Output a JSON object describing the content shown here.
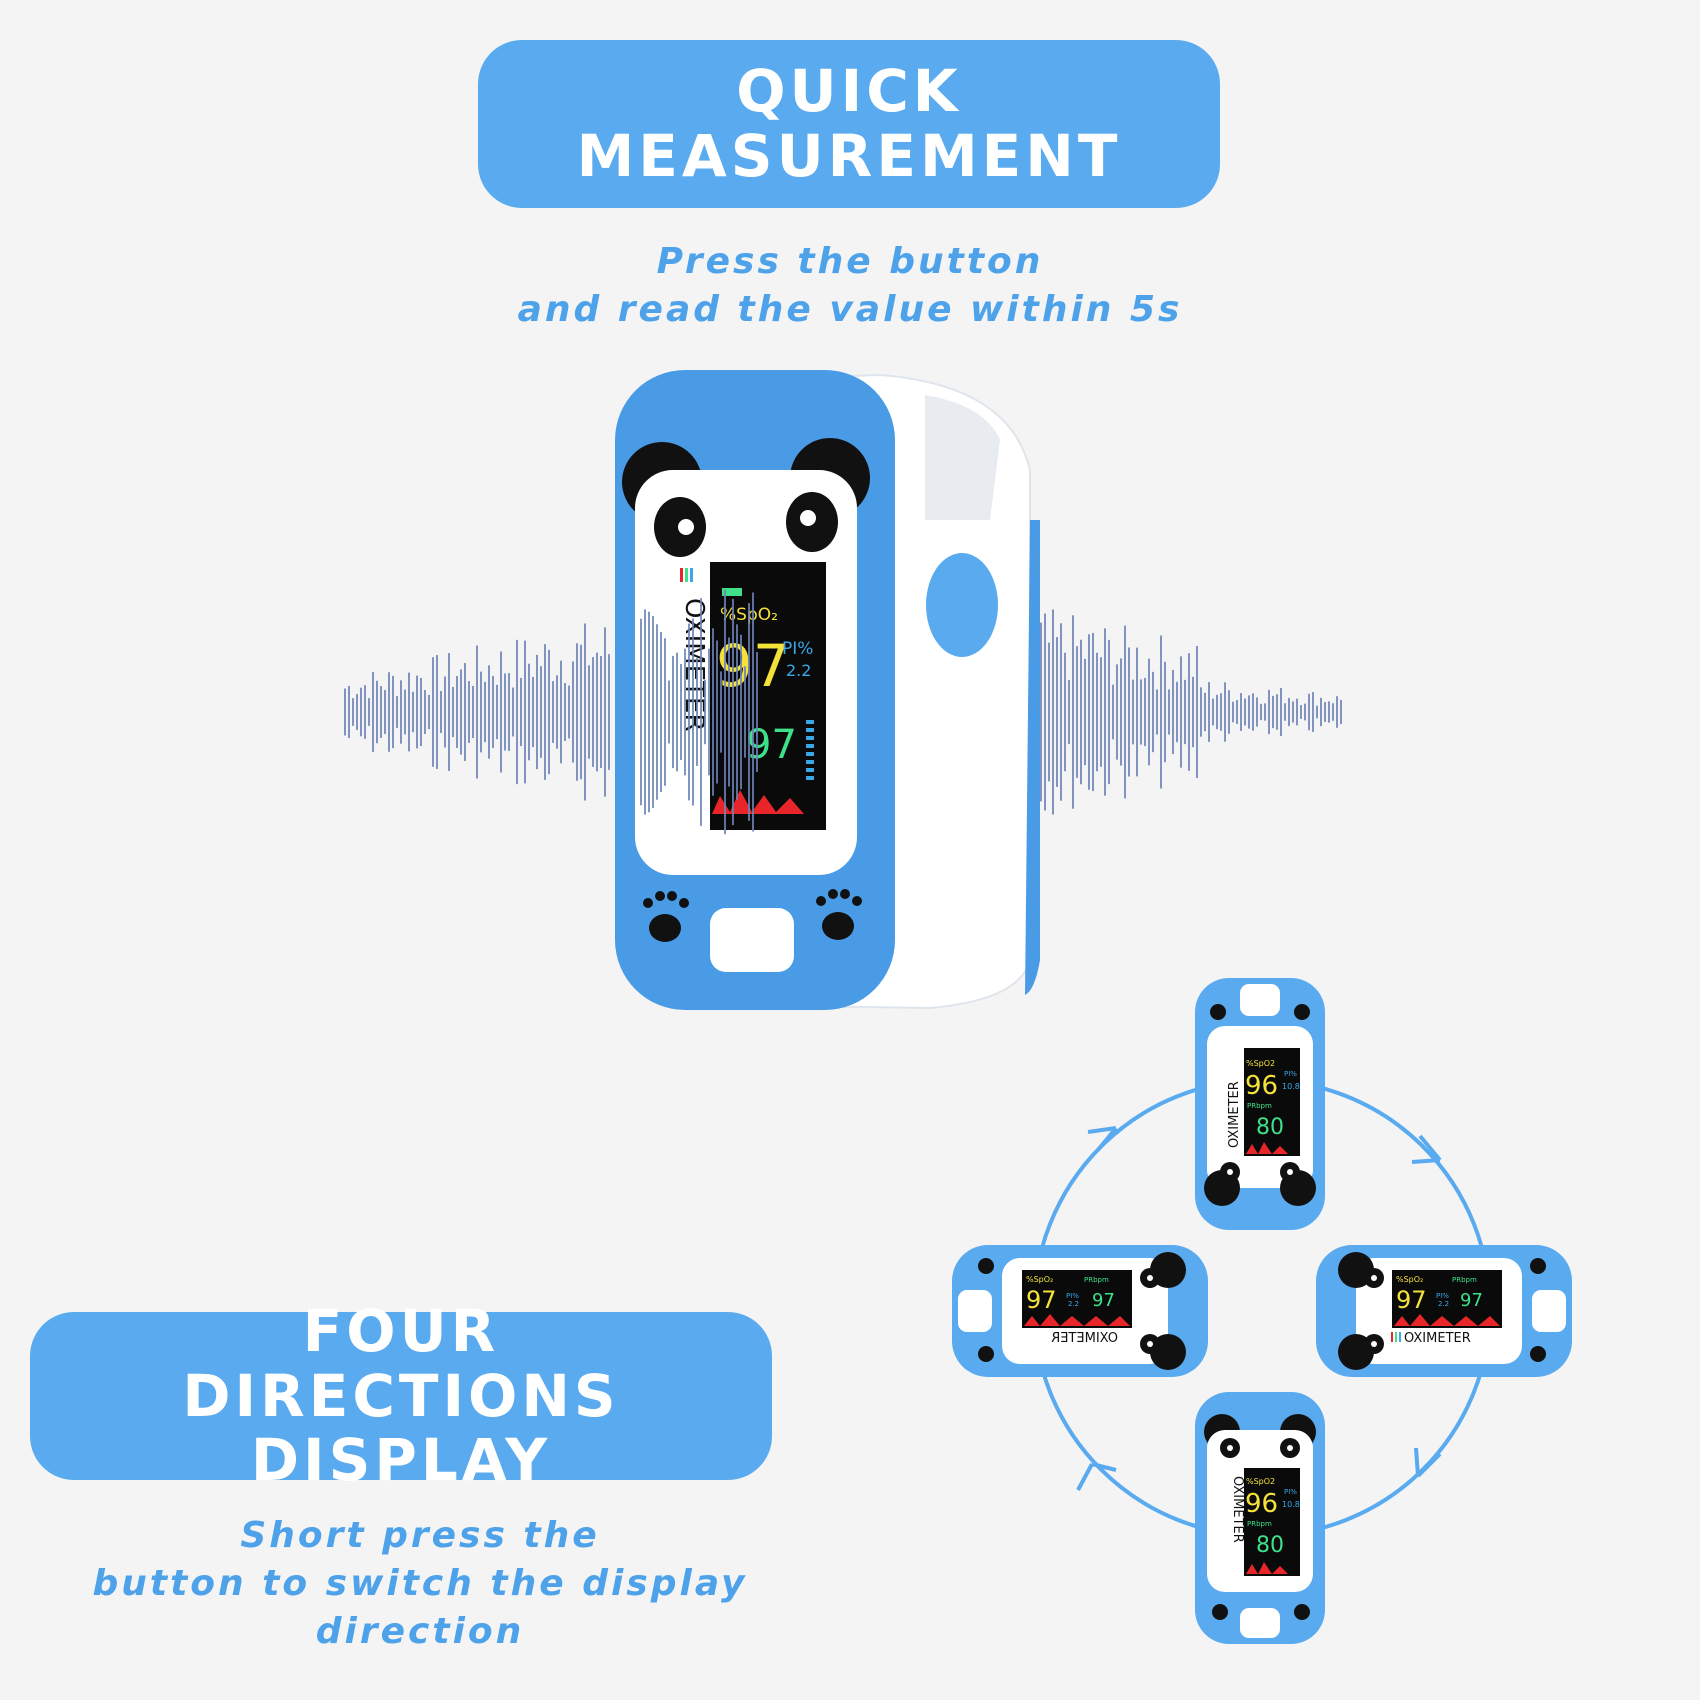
{
  "banner_top": {
    "line1": "QUICK",
    "line2": "MEASUREMENT"
  },
  "subtitle_top": {
    "line1": "Press the button",
    "line2": "and read the value within 5s"
  },
  "banner_bottom": {
    "line1": "FOUR",
    "line2": "DIRECTIONS DISPLAY"
  },
  "subtitle_bottom": {
    "line1": "Short press the",
    "line2": "button to switch the display direction"
  },
  "device_main": {
    "brand": "OXIMETER",
    "spo2_label": "%SpO₂",
    "spo2_value": "97",
    "pi_label": "PI%",
    "pi_value": "2.2",
    "pr_value": "97"
  },
  "device_vertical": {
    "brand": "OXIMETER",
    "spo2_label": "%SpO2",
    "spo2_value": "96",
    "pi_label": "PI%",
    "pi_value": "10.8",
    "pr_label": "PRbpm",
    "pr_value": "80"
  },
  "device_horizontal": {
    "brand": "OXIMETER",
    "spo2_label": "%SpO₂",
    "spo2_value": "97",
    "pi_label": "PI%",
    "pi_value": "2.2",
    "pr_label": "PRbpm",
    "pr_value": "97"
  },
  "colors": {
    "brand_blue": "#5aaaf0",
    "device_blue": "#4a9be6",
    "spo2_yellow": "#f4e23a",
    "pr_green": "#3fe08a",
    "pi_blue": "#3aa7e8",
    "pleth_red": "#e8262a"
  }
}
